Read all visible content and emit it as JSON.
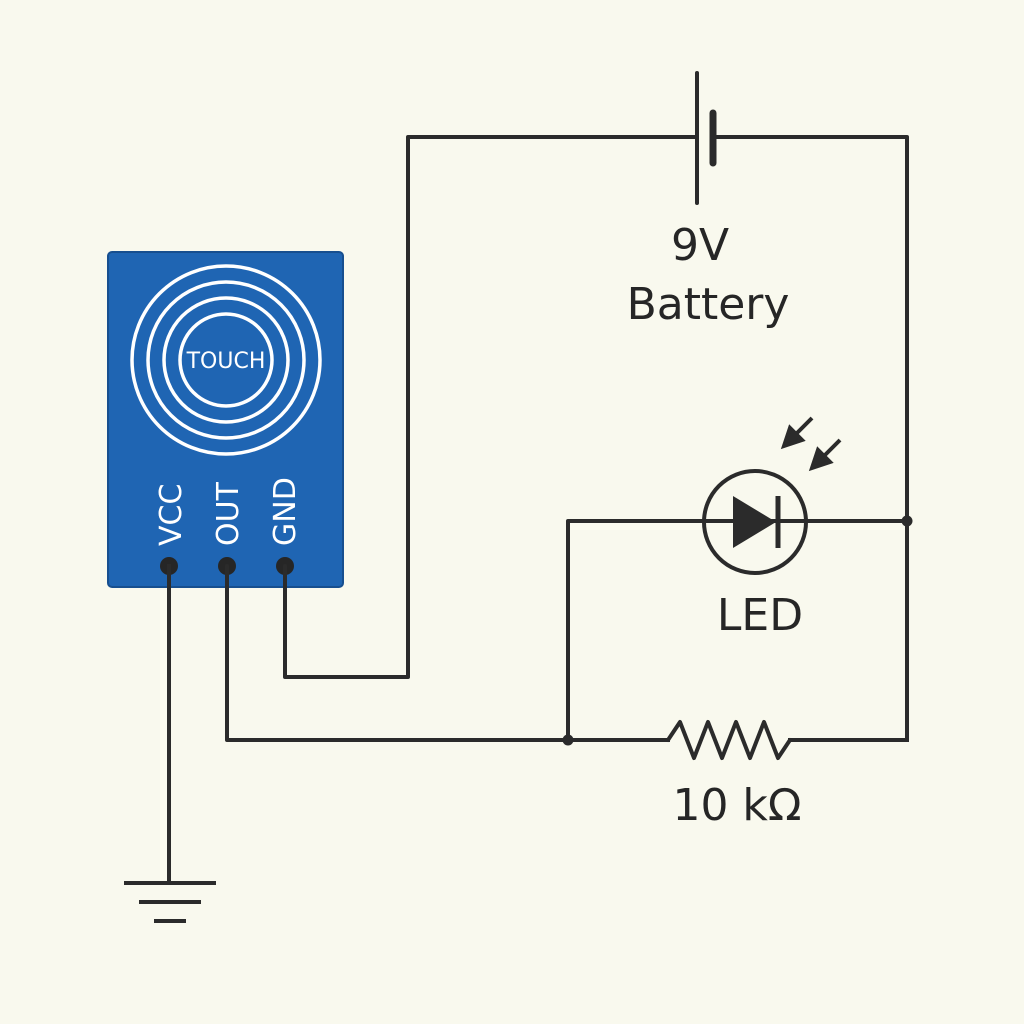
{
  "sensor": {
    "touch_label": "TOUCH",
    "pins": {
      "vcc": "VCC",
      "out": "OUT",
      "gnd": "GND"
    },
    "color": "#1f65b3"
  },
  "battery": {
    "voltage": "9V",
    "label": "Battery"
  },
  "led": {
    "label": "LED"
  },
  "resistor": {
    "label": "10 kΩ"
  },
  "colors": {
    "background": "#f9f9ee",
    "wire": "#2b2b2b"
  }
}
